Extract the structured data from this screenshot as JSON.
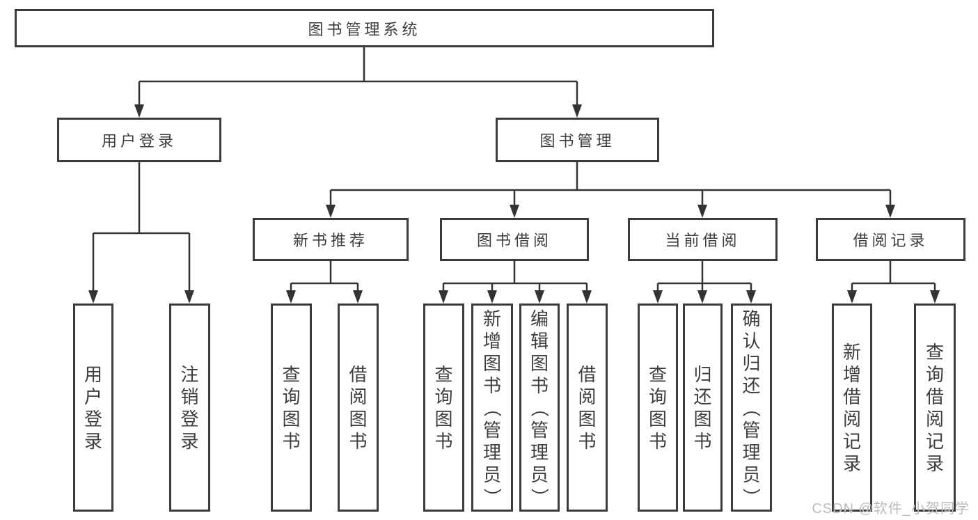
{
  "diagram": {
    "root": {
      "label": "图书管理系统"
    },
    "level2": [
      {
        "label": "用户登录"
      },
      {
        "label": "图书管理"
      }
    ],
    "level3": [
      {
        "label": "新书推荐"
      },
      {
        "label": "图书借阅"
      },
      {
        "label": "当前借阅"
      },
      {
        "label": "借阅记录"
      }
    ],
    "leaves": [
      {
        "label": "用户登录"
      },
      {
        "label": "注销登录"
      },
      {
        "label": "查询图书"
      },
      {
        "label": "借阅图书"
      },
      {
        "label": "查询图书"
      },
      {
        "label": "新增图书（管理员）"
      },
      {
        "label": "编辑图书（管理员）"
      },
      {
        "label": "借阅图书"
      },
      {
        "label": "查询图书"
      },
      {
        "label": "归还图书"
      },
      {
        "label": "确认归还（管理员）"
      },
      {
        "label": "新增借阅记录"
      },
      {
        "label": "查询借阅记录"
      }
    ]
  },
  "watermark": {
    "text": "CSDN @软件_小贺同学"
  },
  "colors": {
    "line": "#333333",
    "border": "#3b3b3b",
    "text": "#3d3d3d",
    "watermark": "#bcbcbc",
    "background": "#ffffff"
  }
}
